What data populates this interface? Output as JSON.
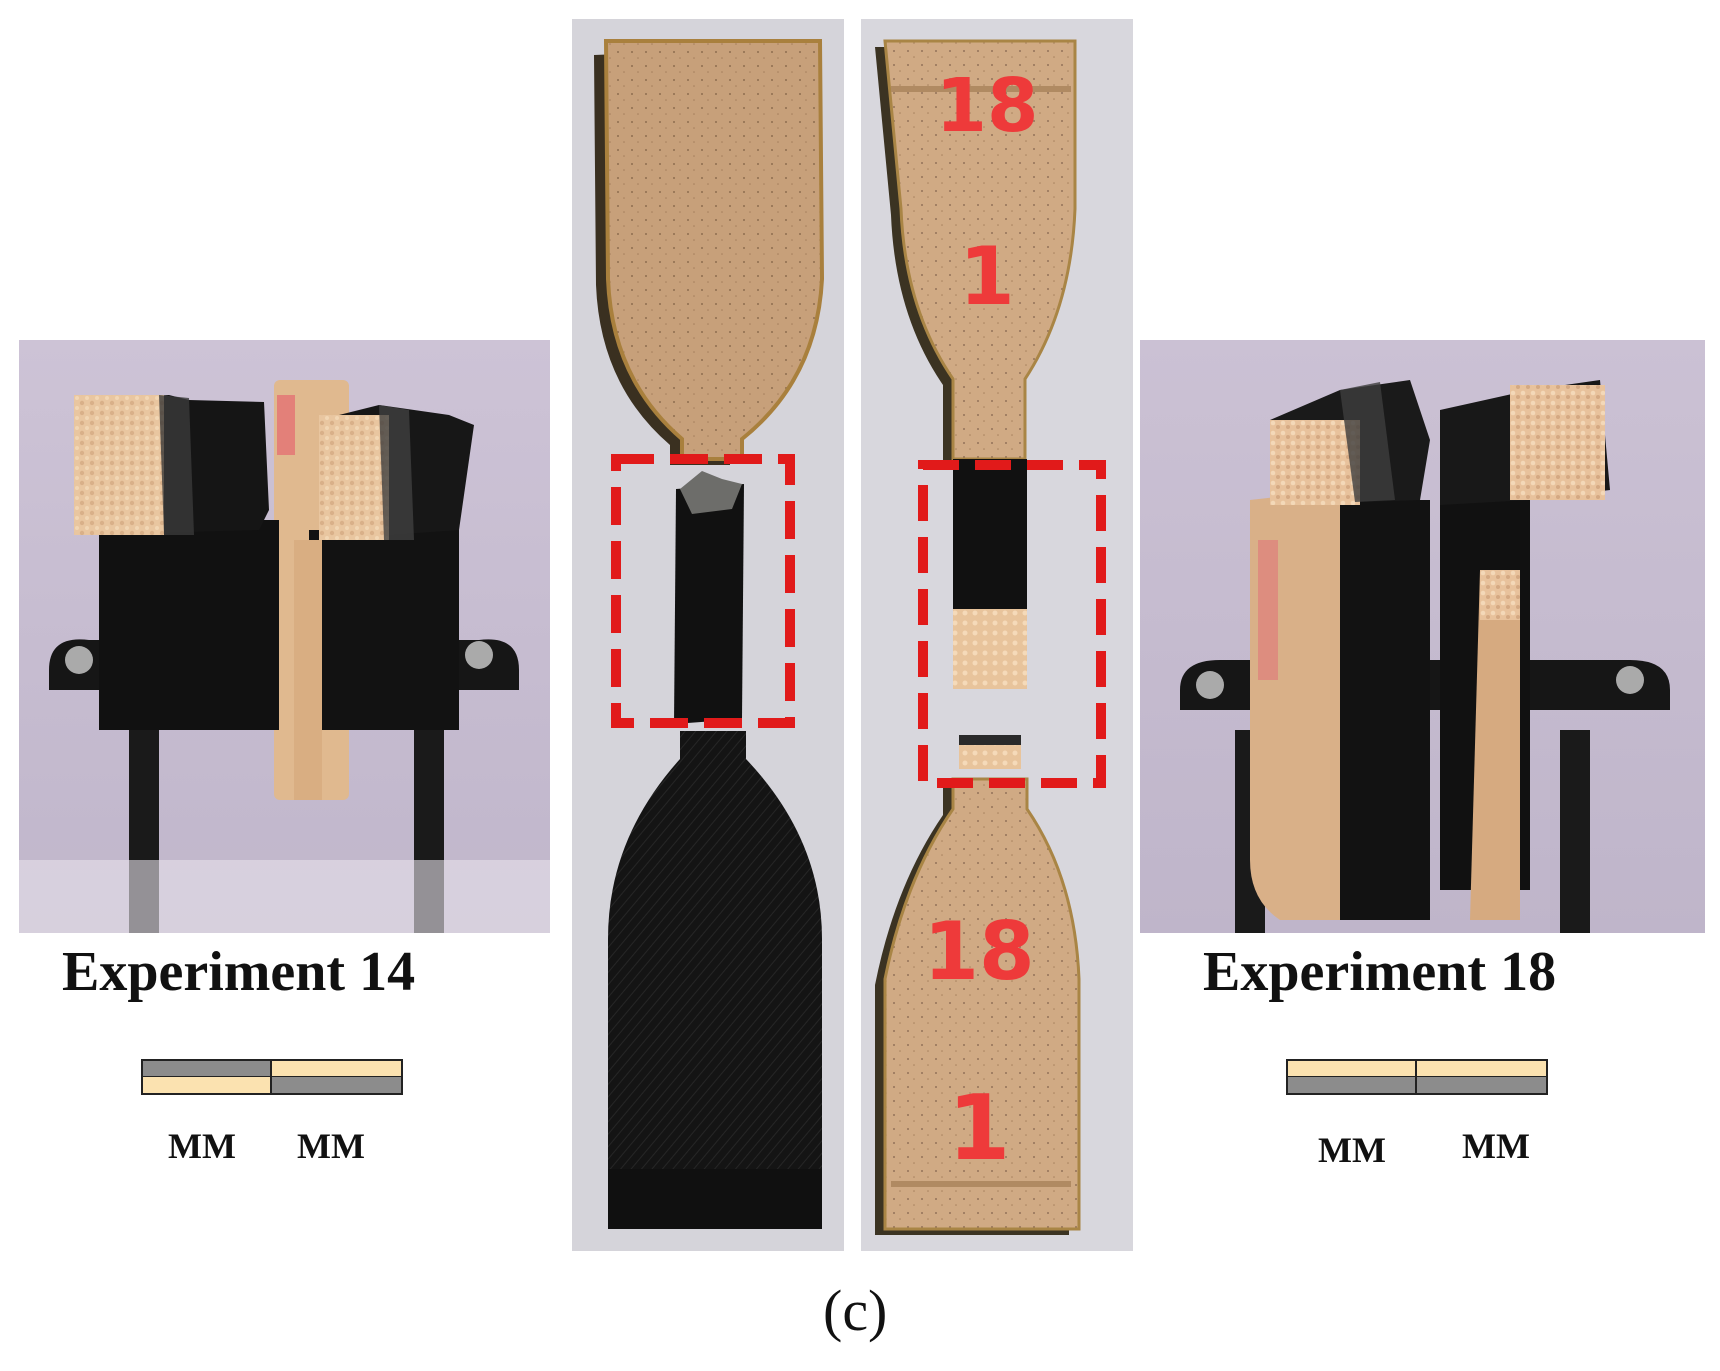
{
  "captions": {
    "left": "Experiment 14",
    "right": "Experiment 18"
  },
  "layups": {
    "left": {
      "labels": [
        "MM",
        "MM"
      ],
      "top_row": [
        "#8c8c8c",
        "#fbe2b0"
      ],
      "bottom_row": [
        "#fbe2b0",
        "#8c8c8c"
      ]
    },
    "right": {
      "labels": [
        "MM",
        "MM"
      ],
      "top_row": [
        "#fbe2b0",
        "#fbe2b0"
      ],
      "bottom_row": [
        "#8c8c8c",
        "#8c8c8c"
      ]
    }
  },
  "specimen_markings": {
    "top_number": "18",
    "top_index": "1",
    "bottom_number": "18",
    "bottom_index": "1"
  },
  "figure_label": "(c)",
  "colors": {
    "photo_background": "#c9bfd3",
    "specimen_background": "#d7d6dc",
    "tan_material": "#c9a27c",
    "black_material": "#151515",
    "highlight_box": "#e11a1a",
    "marker_text": "#ee3a3a"
  }
}
